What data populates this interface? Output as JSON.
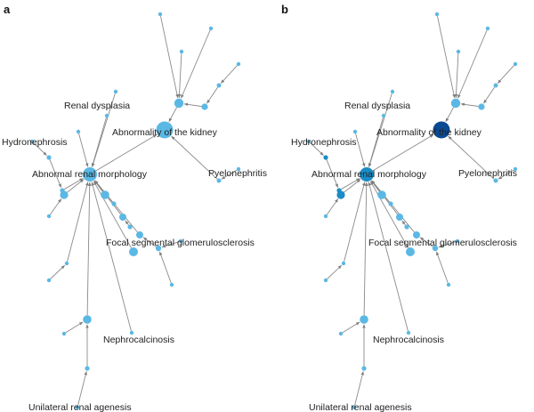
{
  "colors": {
    "node_default": "#5bb8e4",
    "node_medium": "#1a8cc6",
    "node_dark": "#0b4a92",
    "edge": "#8a8a8a",
    "label_text": "#222222"
  },
  "panels": [
    {
      "letter": "a"
    },
    {
      "letter": "b"
    }
  ],
  "labels": {
    "renal_dysplasia": "Renal dysplasia",
    "abnormality_kidney": "Abnormality of the kidney",
    "hydronephrosis": "Hydronephrosis",
    "abnormal_renal_morphology": "Abnormal renal morphology",
    "pyelonephritis": "Pyelonephritis",
    "fsgs": "Focal segmental glomerulosclerosis",
    "nephrocalcinosis": "Nephrocalcinosis",
    "unilateral_renal_agenesis": "Unilateral renal agenesis"
  }
}
